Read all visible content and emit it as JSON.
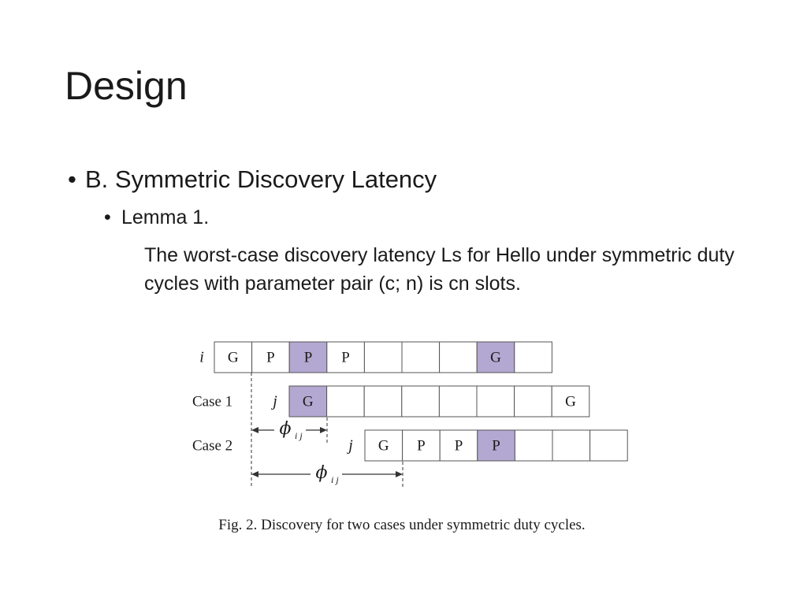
{
  "slide": {
    "title": "Design",
    "bullet_level1": "B. Symmetric Discovery Latency",
    "bullet_level2": "Lemma 1.",
    "lemma_text": "The worst-case discovery latency Ls for Hello under symmetric duty cycles with parameter pair (c; n) is cn slots."
  },
  "figure": {
    "rows": [
      {
        "label": "i",
        "node": "",
        "cells": [
          "G",
          "P",
          "P",
          "P",
          "",
          "",
          "",
          "G",
          ""
        ],
        "highlight": [
          2,
          7
        ]
      },
      {
        "label": "Case 1",
        "node": "j",
        "cells": [
          "G",
          "",
          "",
          "",
          "",
          "",
          "",
          "G"
        ],
        "highlight": [
          0
        ]
      },
      {
        "label": "Case 2",
        "node": "j",
        "cells": [
          "G",
          "P",
          "P",
          "P",
          "",
          "",
          ""
        ],
        "highlight": [
          3
        ]
      }
    ],
    "phi_label": "ϕ",
    "phi_subscript": "i j",
    "caption": "Fig. 2.  Discovery for two cases under symmetric duty cycles.",
    "highlight_color": "#b3a8d1"
  }
}
